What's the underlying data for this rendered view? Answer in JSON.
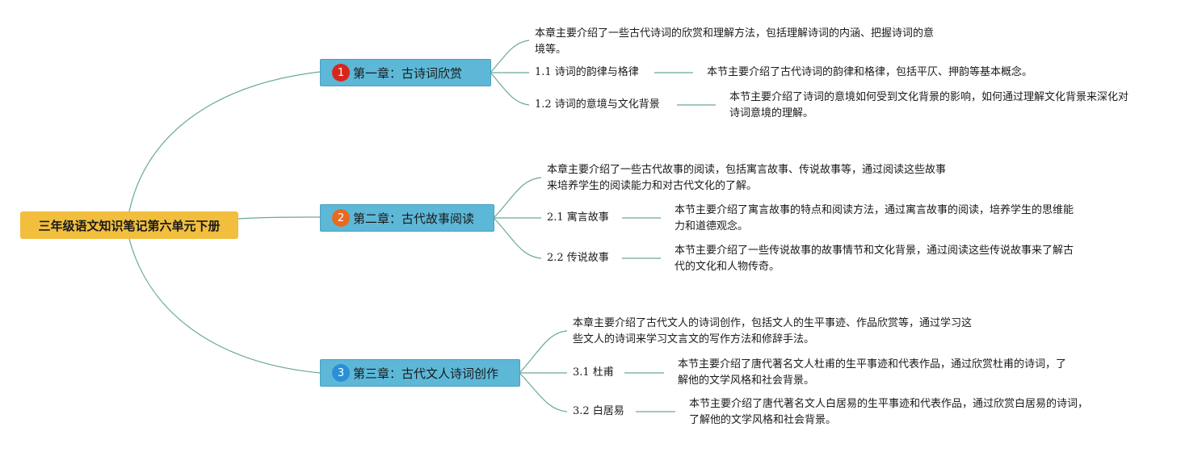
{
  "root": {
    "label": "三年级语文知识笔记第六单元下册",
    "color": "#f1be3e"
  },
  "chapters": [
    {
      "badge": "1",
      "badge_color": "#d9261c",
      "title": "第一章：古诗词欣赏",
      "summary": "本章主要介绍了一些古代诗词的欣赏和理解方法，包括理解诗词的内涵、把握诗词的意境等。",
      "sections": [
        {
          "label": "1.1 诗词的韵律与格律",
          "desc": "本节主要介绍了古代诗词的韵律和格律，包括平仄、押韵等基本概念。"
        },
        {
          "label": "1.2 诗词的意境与文化背景",
          "desc": "本节主要介绍了诗词的意境如何受到文化背景的影响，如何通过理解文化背景来深化对诗词意境的理解。"
        }
      ]
    },
    {
      "badge": "2",
      "badge_color": "#e86a1f",
      "title": "第二章：古代故事阅读",
      "summary": "本章主要介绍了一些古代故事的阅读，包括寓言故事、传说故事等，通过阅读这些故事来培养学生的阅读能力和对古代文化的了解。",
      "sections": [
        {
          "label": "2.1 寓言故事",
          "desc": "本节主要介绍了寓言故事的特点和阅读方法，通过寓言故事的阅读，培养学生的思维能力和道德观念。"
        },
        {
          "label": "2.2 传说故事",
          "desc": "本节主要介绍了一些传说故事的故事情节和文化背景，通过阅读这些传说故事来了解古代的文化和人物传奇。"
        }
      ]
    },
    {
      "badge": "3",
      "badge_color": "#2a8fd6",
      "title": "第三章：古代文人诗词创作",
      "summary": "本章主要介绍了古代文人的诗词创作，包括文人的生平事迹、作品欣赏等，通过学习这些文人的诗词来学习文言文的写作方法和修辞手法。",
      "sections": [
        {
          "label": "3.1 杜甫",
          "desc": "本节主要介绍了唐代著名文人杜甫的生平事迹和代表作品，通过欣赏杜甫的诗词，了解他的文学风格和社会背景。"
        },
        {
          "label": "3.2 白居易",
          "desc": "本节主要介绍了唐代著名文人白居易的生平事迹和代表作品，通过欣赏白居易的诗词，了解他的文学风格和社会背景。"
        }
      ]
    }
  ]
}
